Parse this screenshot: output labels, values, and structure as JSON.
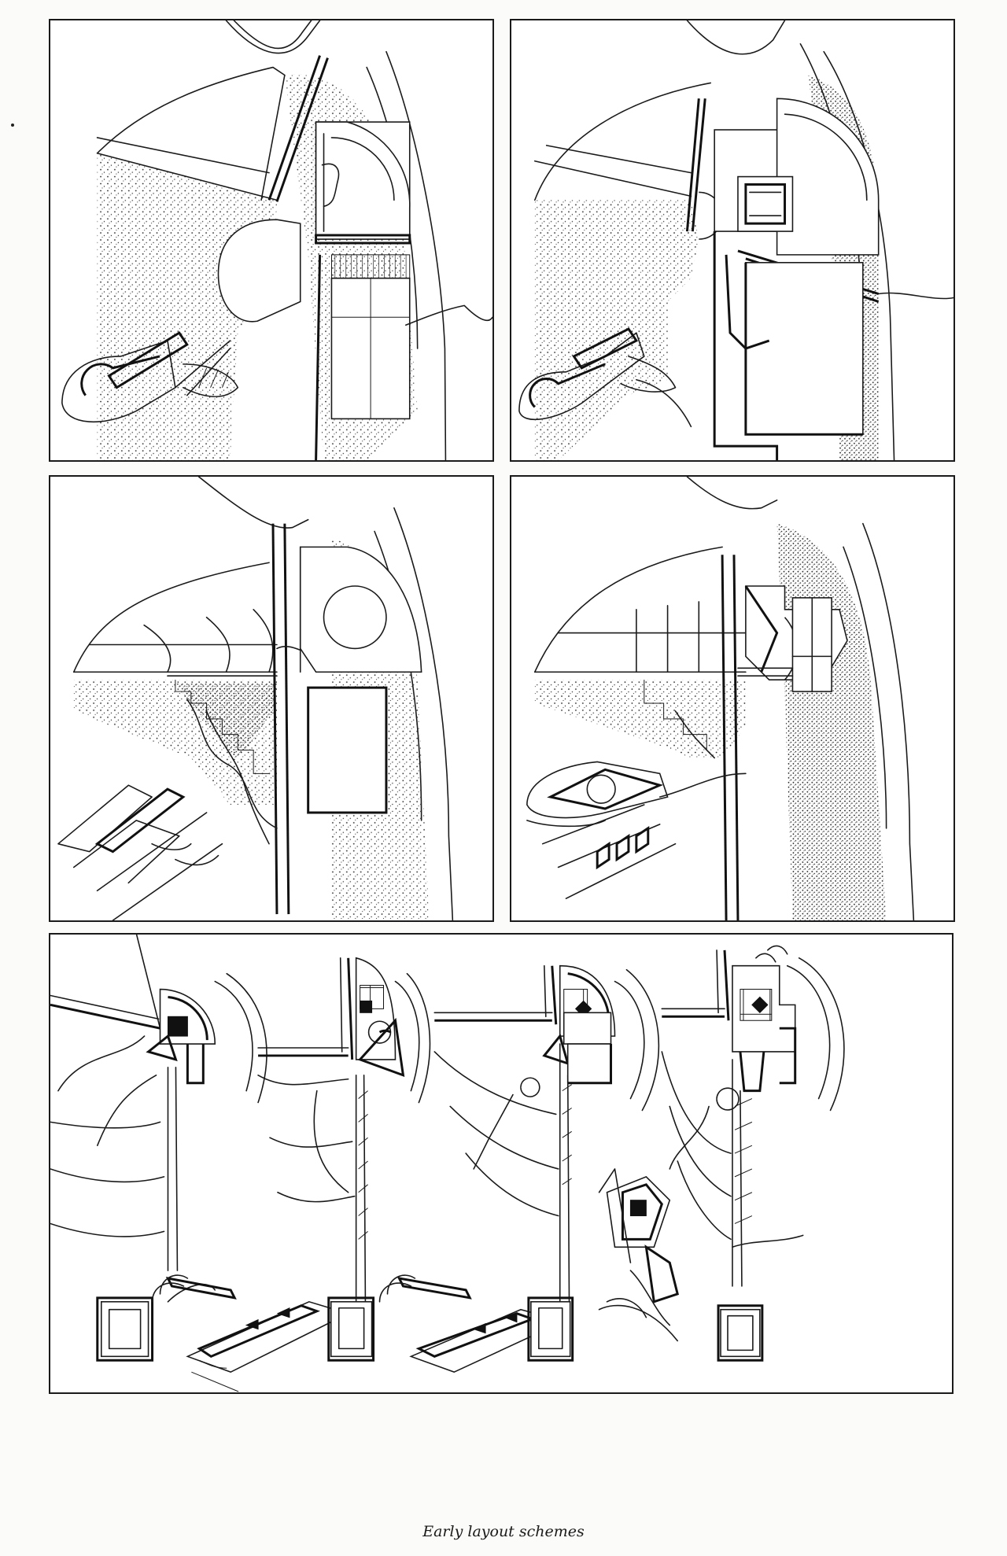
{
  "caption": "Early layout schemes",
  "panels": [
    {
      "id": "scheme-1"
    },
    {
      "id": "scheme-2"
    },
    {
      "id": "scheme-3"
    },
    {
      "id": "scheme-4"
    },
    {
      "id": "scheme-sketches"
    }
  ]
}
